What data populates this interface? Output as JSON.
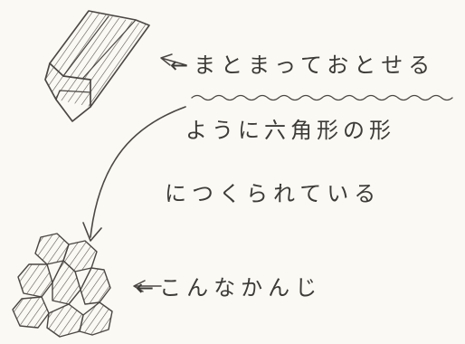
{
  "annotations": {
    "line1": "←まとまっておとせる",
    "line2": "ように六角形の形",
    "line3": "につくられている",
    "line4": "←こんなかんじ"
  },
  "icons": {
    "hex_column": "hexagonal-prism-icon",
    "honeycomb": "honeycomb-cluster-icon",
    "arrow": "curved-arrow-icon"
  },
  "colors": {
    "paper": "#fbf9f3",
    "ink": "#4a4744"
  }
}
